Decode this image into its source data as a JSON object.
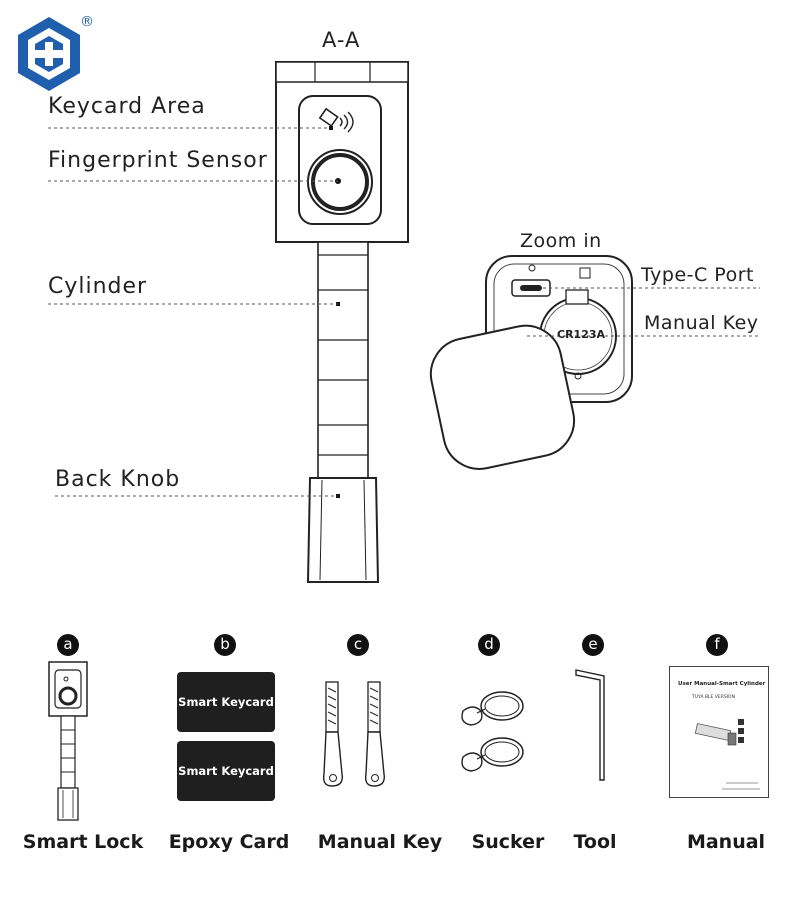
{
  "brand": {
    "registered_mark": "®",
    "logo_icon": "hexagon-logo-icon",
    "logo_color": "#1f5fae"
  },
  "section_title": "A-A",
  "callouts": {
    "keycard_area": "Keycard Area",
    "fingerprint_sensor": "Fingerprint Sensor",
    "cylinder": "Cylinder",
    "back_knob": "Back Knob"
  },
  "zoom": {
    "title": "Zoom in",
    "type_c_port": "Type-C Port",
    "manual_key": "Manual Key",
    "battery_label": "CR123A"
  },
  "items": [
    {
      "badge": "a",
      "caption": "Smart Lock"
    },
    {
      "badge": "b",
      "caption": "Epoxy Card"
    },
    {
      "badge": "c",
      "caption": "Manual Key"
    },
    {
      "badge": "d",
      "caption": "Sucker"
    },
    {
      "badge": "e",
      "caption": "Tool"
    },
    {
      "badge": "f",
      "caption": "Manual"
    }
  ],
  "epoxy_cards": [
    "Smart Keycard",
    "Smart Keycard"
  ],
  "manual_doc": {
    "title": "User Manual-Smart Cylinder",
    "subtitle": "TUYA BLE VERSION"
  }
}
